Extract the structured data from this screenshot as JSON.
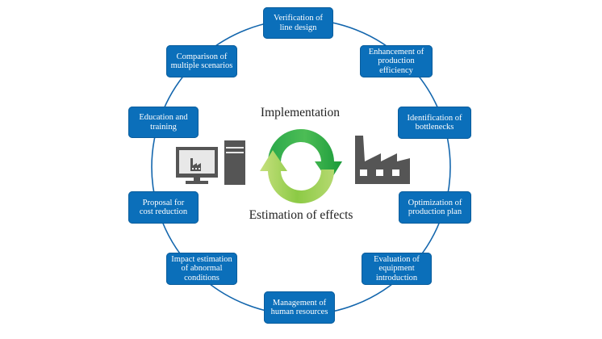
{
  "diagram": {
    "center": {
      "top_label": "Implementation",
      "bottom_label": "Estimation of effects",
      "icons": [
        "computer-icon",
        "cycle-arrows-icon",
        "factory-icon"
      ]
    },
    "nodes": [
      {
        "id": "verification",
        "label": "Verification of\nline design"
      },
      {
        "id": "enhancement",
        "label": "Enhancement of\nproduction\nefficiency"
      },
      {
        "id": "bottlenecks",
        "label": "Identification of\nbottlenecks"
      },
      {
        "id": "optimization",
        "label": "Optimization of\nproduction plan"
      },
      {
        "id": "evaluation",
        "label": "Evaluation of\nequipment\nintroduction"
      },
      {
        "id": "management",
        "label": "Management of\nhuman resources"
      },
      {
        "id": "impact",
        "label": "Impact estimation\nof abnormal\nconditions"
      },
      {
        "id": "cost",
        "label": "Proposal for\ncost reduction"
      },
      {
        "id": "education",
        "label": "Education and\ntraining"
      },
      {
        "id": "comparison",
        "label": "Comparison of\nmultiple scenarios"
      }
    ],
    "colors": {
      "node_fill": "#0b6fba",
      "ring_stroke": "#1366ad",
      "icon_gray": "#555555",
      "arrow_dark_green": "#1fa33a",
      "arrow_light_green": "#a9d46a"
    }
  }
}
